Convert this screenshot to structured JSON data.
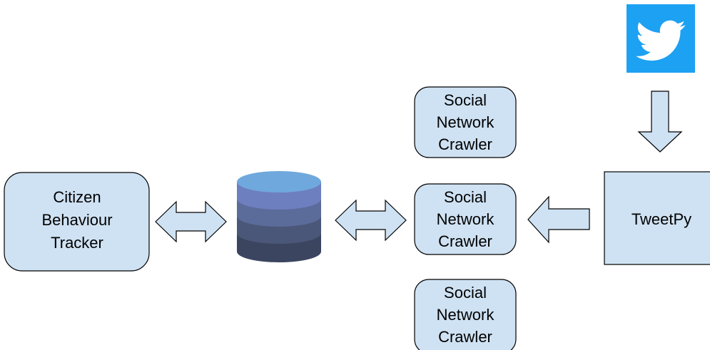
{
  "nodes": {
    "tracker": {
      "lines": [
        "Citizen",
        "Behaviour",
        "Tracker"
      ]
    },
    "crawler_top": {
      "lines": [
        "Social",
        "Network",
        "Crawler"
      ]
    },
    "crawler_mid": {
      "lines": [
        "Social",
        "Network",
        "Crawler"
      ]
    },
    "crawler_bottom": {
      "lines": [
        "Social",
        "Network",
        "Crawler"
      ]
    },
    "tweetpy": {
      "label": "TweetPy"
    }
  },
  "icons": {
    "database": "database-icon",
    "twitter": "twitter-logo-icon"
  },
  "colors": {
    "box_fill": "#cfe2f3",
    "box_stroke": "#000000",
    "twitter_bg": "#1da1f2",
    "db_layers": [
      "#6fa8dc",
      "#6d7fbf",
      "#5b6b9a",
      "#4a5778",
      "#3b4560"
    ]
  }
}
